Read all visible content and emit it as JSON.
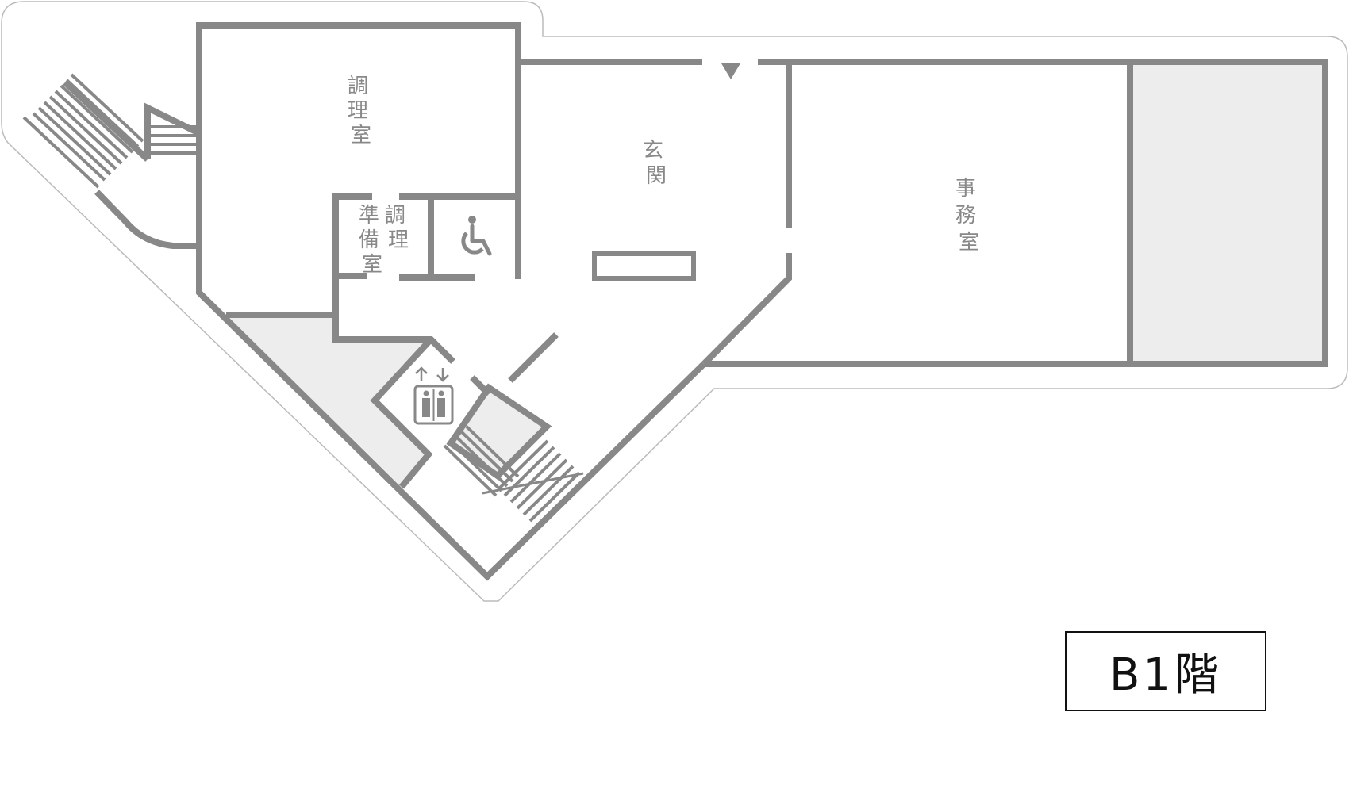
{
  "colors": {
    "wall": "#888888",
    "shaded_area": "#ecedec",
    "outline": "#bbbbbb",
    "label_text": "#888888",
    "floor_label_text": "#111111"
  },
  "rooms": {
    "kitchen": "調\n理\n室",
    "kitchen_prep_col1": "調\n理",
    "kitchen_prep_col2": "準\n備\n室",
    "entrance": "玄\n関",
    "office": "事\n務\n室"
  },
  "icons": {
    "accessible": "wheelchair-accessible-icon",
    "elevator": "elevator-icon",
    "entrance_marker": "entrance-arrow-icon"
  },
  "floor_label": "B1階"
}
